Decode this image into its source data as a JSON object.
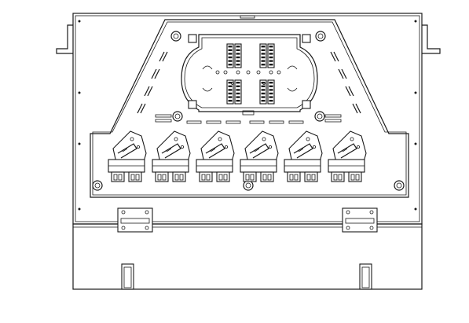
{
  "drawing": {
    "subject": "fiber-optic-patch-panel",
    "view": "front-elevation",
    "line_color": "#1a1a1a",
    "background": "#ffffff",
    "adapter_modules": 6,
    "splice_tray": 1,
    "hinges": 2,
    "door_handles": 2,
    "mounting_ears": 2,
    "labels": []
  }
}
